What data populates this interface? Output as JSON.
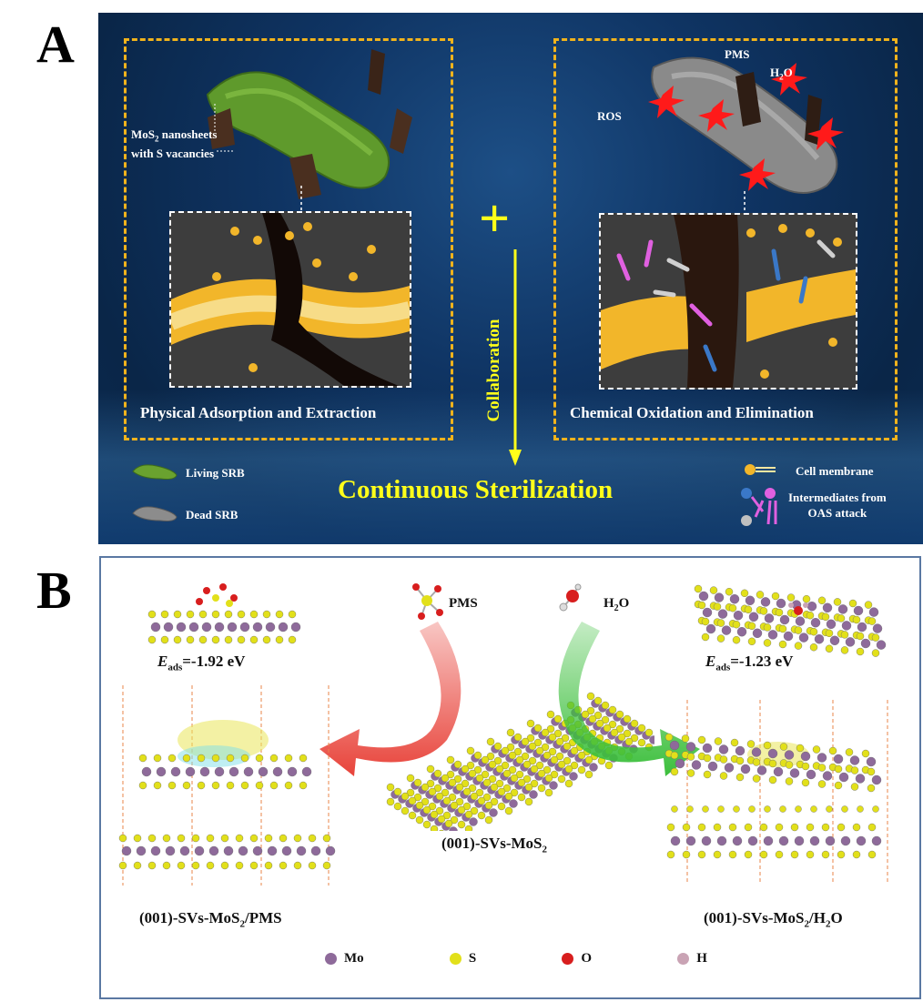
{
  "panel_a": {
    "letter": "A",
    "left_caption": "Physical Adsorption and Extraction",
    "right_caption": "Chemical Oxidation and Elimination",
    "nanosheet_label_line1": "MoS",
    "nanosheet_label_sub": "2",
    "nanosheet_label_line1_tail": " nanosheets",
    "nanosheet_label_line2": "with S vacancies",
    "pms": "PMS",
    "h2o_h": "H",
    "h2o_sub": "2",
    "h2o_o": "O",
    "ros": "ROS",
    "collaboration": "Collaboration",
    "plus": "+",
    "title": "Continuous Sterilization",
    "legend_living": "Living SRB",
    "legend_dead": "Dead SRB",
    "legend_membrane": "Cell membrane",
    "legend_intermediates_line1": "Intermediates from",
    "legend_intermediates_line2": "OAS attack",
    "colors": {
      "dashed_box": "#f1b31c",
      "accent_yellow": "#ffff1a",
      "bg_blue": "#0f3463"
    }
  },
  "panel_b": {
    "letter": "B",
    "e_left_E": "E",
    "e_left_sub": "ads",
    "e_left_val": "=-1.92 eV",
    "e_right_E": "E",
    "e_right_sub": "ads",
    "e_right_val": "=-1.23 eV",
    "pms": "PMS",
    "h2o_h": "H",
    "h2o_sub": "2",
    "h2o_o": "O",
    "center_label_pre": "(001)-SVs-MoS",
    "center_label_sub": "2",
    "left_label_pre": "(001)-SVs-MoS",
    "left_label_sub": "2",
    "left_label_post": "/PMS",
    "right_label_pre": "(001)-SVs-MoS",
    "right_label_sub": "2",
    "right_label_post": "/H",
    "right_label_sub2": "2",
    "right_label_post2": "O",
    "legend": [
      {
        "label": "Mo",
        "color": "#8e6a9a"
      },
      {
        "label": "S",
        "color": "#e2e01a"
      },
      {
        "label": "O",
        "color": "#d81e1e"
      },
      {
        "label": "H",
        "color": "#c9a3b4"
      }
    ],
    "colors": {
      "border": "#5a78a2",
      "arrow_red": "#e8433a",
      "arrow_green": "#3cbf3c",
      "mo": "#8e6a9a",
      "s": "#e2e01a"
    }
  }
}
